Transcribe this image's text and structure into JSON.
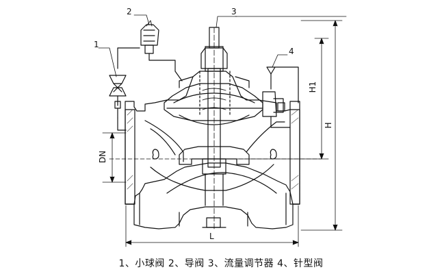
{
  "labels": {
    "part1": "1",
    "part2": "2",
    "part3": "3",
    "part4": "4",
    "dim_dn": "DN",
    "dim_h1": "H1",
    "dim_h": "H",
    "dim_l": "L"
  },
  "caption": "1、小球阀 2、导阀 3、流量调节器 4、针型阀",
  "colors": {
    "line": "#111111",
    "hatch": "#555555",
    "background": "#ffffff"
  }
}
